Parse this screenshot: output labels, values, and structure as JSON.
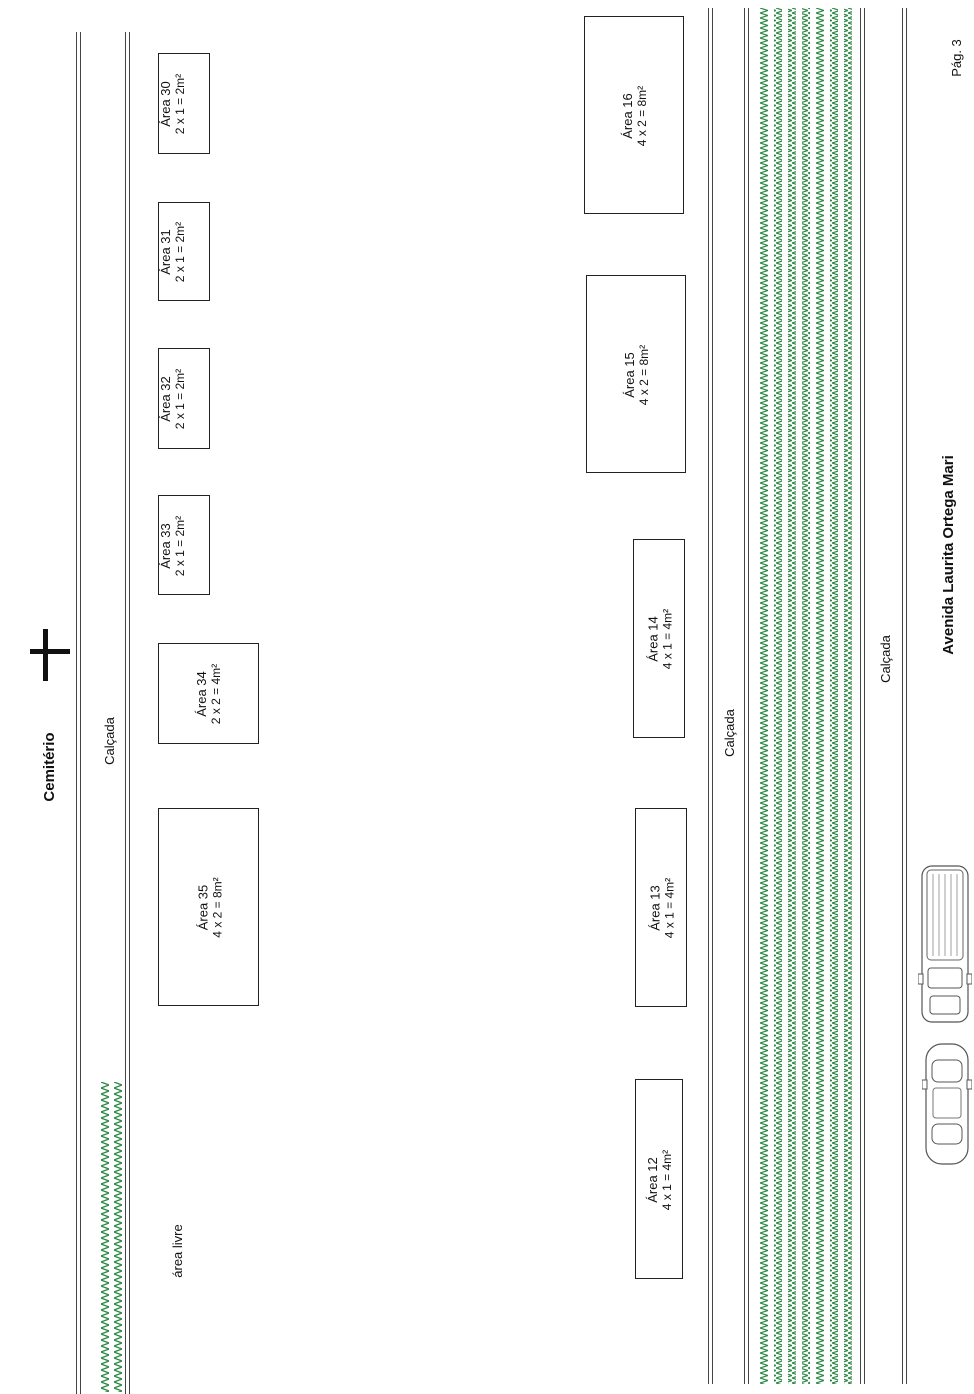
{
  "title": "Cemitério",
  "cross_icon": "cross-icon",
  "sidewalk_label": "Calçada",
  "free_area_label": "área livre",
  "avenue_label": "Avenida Laurita Ortega Mari",
  "page_number": "Pág. 3",
  "grass_color": "#2e8b46",
  "vehicles": [
    "car-icon",
    "pickup-truck-icon"
  ],
  "areas": [
    {
      "id": "area-30",
      "label": "Área 30",
      "dims": "2 x 1 = 2m²"
    },
    {
      "id": "area-31",
      "label": "Área 31",
      "dims": "2 x 1 = 2m²"
    },
    {
      "id": "area-32",
      "label": "Área 32",
      "dims": "2 x 1 = 2m²"
    },
    {
      "id": "area-33",
      "label": "Área 33",
      "dims": "2 x 1 = 2m²"
    },
    {
      "id": "area-34",
      "label": "Área 34",
      "dims": "2 x 2 = 4m²"
    },
    {
      "id": "area-35",
      "label": "Área 35",
      "dims": "4 x 2 = 8m²"
    },
    {
      "id": "area-16",
      "label": "Área 16",
      "dims": "4 x 2 = 8m²"
    },
    {
      "id": "area-15",
      "label": "Área 15",
      "dims": "4 x 2 = 8m²"
    },
    {
      "id": "area-14",
      "label": "Área 14",
      "dims": "4 x 1 = 4m²"
    },
    {
      "id": "area-13",
      "label": "Área 13",
      "dims": "4 x 1 = 4m²"
    },
    {
      "id": "area-12",
      "label": "Área 12",
      "dims": "4 x 1 = 4m²"
    }
  ]
}
